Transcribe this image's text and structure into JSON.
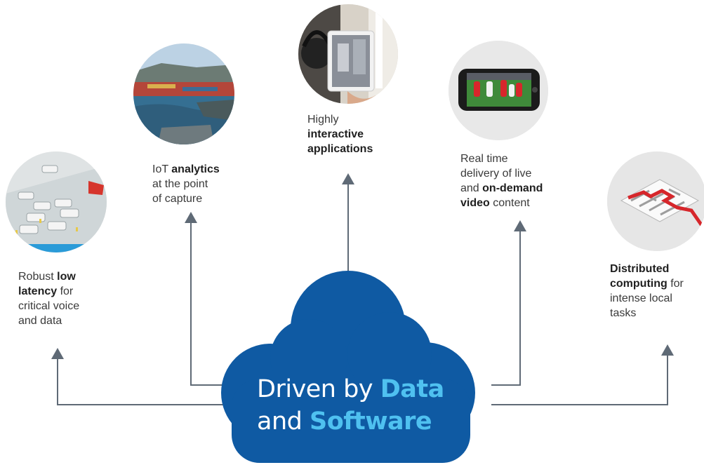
{
  "colors": {
    "cloud": "#0f5aa3",
    "connector": "#5f6a76",
    "accent_text": "#4fc1f0"
  },
  "cloud": {
    "line1_plain": "Driven by ",
    "line1_bold": "Data",
    "line2_plain": "and ",
    "line2_bold": "Software"
  },
  "items": {
    "low_latency": {
      "image": "autonomous-cars-photo",
      "pre": "Robust ",
      "bold1": "low",
      "bold2": "latency",
      "post": " for",
      "line3": "critical voice",
      "line4": "and data"
    },
    "iot": {
      "image": "harbour-port-photo",
      "pre": "IoT ",
      "bold": "analytics",
      "line2": "at the point",
      "line3": "of capture"
    },
    "interactive": {
      "image": "tablet-augmented-reality-photo",
      "line1": "Highly",
      "bold1": "interactive",
      "bold2": "applications"
    },
    "video": {
      "image": "smartphone-football-video-photo",
      "line1": "Real time",
      "line2": "delivery of live",
      "line3_pre": "and ",
      "line3_bold": "on-demand",
      "line4_bold": "video",
      "line4_post": " content"
    },
    "distributed": {
      "image": "maze-puzzle-photo",
      "bold1": "Distributed",
      "bold2": "computing",
      "post2": " for",
      "line3": "intense local",
      "line4": "tasks"
    }
  }
}
